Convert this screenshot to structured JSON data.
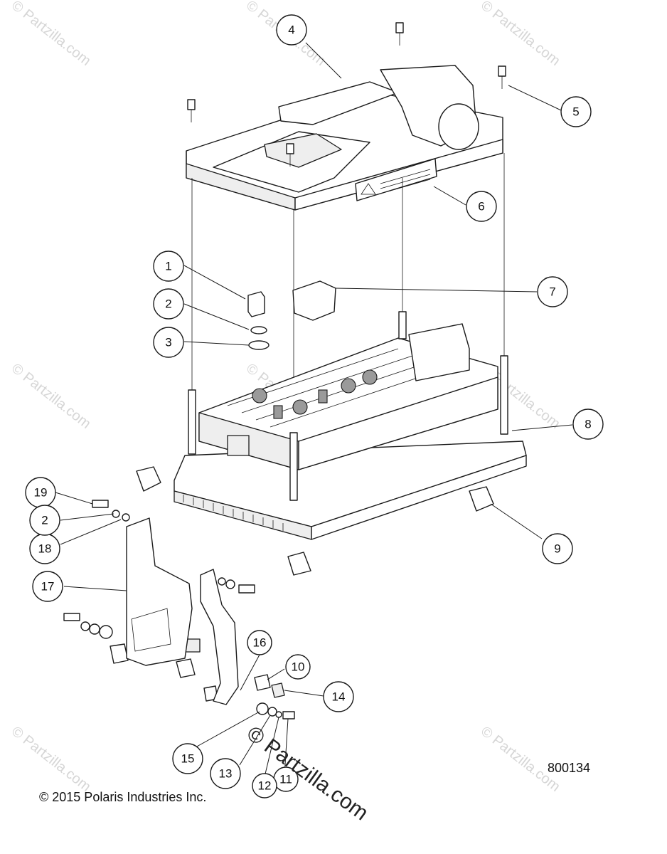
{
  "copyright": "© 2015 Polaris Industries Inc.",
  "diagram_id": "800134",
  "watermark": "© Partzilla.com",
  "brand_watermark": "© Partzilla.com",
  "callouts": [
    {
      "num": "1"
    },
    {
      "num": "2"
    },
    {
      "num": "3"
    },
    {
      "num": "4"
    },
    {
      "num": "5"
    },
    {
      "num": "6"
    },
    {
      "num": "7"
    },
    {
      "num": "8"
    },
    {
      "num": "9"
    },
    {
      "num": "10"
    },
    {
      "num": "11"
    },
    {
      "num": "12"
    },
    {
      "num": "13"
    },
    {
      "num": "14"
    },
    {
      "num": "15"
    },
    {
      "num": "16"
    },
    {
      "num": "17"
    },
    {
      "num": "18"
    },
    {
      "num": "19"
    },
    {
      "num": "2"
    }
  ]
}
